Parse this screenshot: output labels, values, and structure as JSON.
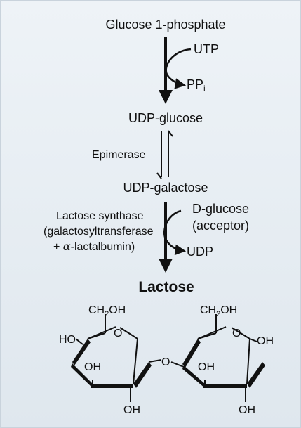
{
  "pathway": {
    "start": "Glucose 1-phosphate",
    "utp": "UTP",
    "ppi_base": "PP",
    "ppi_sub": "i",
    "udp_glucose": "UDP-glucose",
    "epimerase": "Epimerase",
    "udp_galactose": "UDP-galactose",
    "enzyme_line1": "Lactose synthase",
    "enzyme_line2": "(galactosyltransferase",
    "enzyme_line3_prefix": "+ ",
    "enzyme_line3_alpha": "α",
    "enzyme_line3_suffix": "-lactalbumin)",
    "dglucose": "D-glucose",
    "acceptor": "(acceptor)",
    "udp": "UDP",
    "product": "Lactose"
  },
  "structure": {
    "ring1_ch2oh": "CH",
    "ring1_ch2oh_sub": "2",
    "ring1_ch2oh_end": "OH",
    "ring1_ho": "HO",
    "ring1_o": "O",
    "ring1_oh_mid": "OH",
    "ring1_oh_bottom": "OH",
    "link_o": "O",
    "ring2_ch2oh": "CH",
    "ring2_ch2oh_sub": "2",
    "ring2_ch2oh_end": "OH",
    "ring2_o": "O",
    "ring2_oh_right": "OH",
    "ring2_oh_mid": "OH",
    "ring2_oh_bottom": "OH"
  },
  "colors": {
    "panel_top": "#eef3f7",
    "panel_bottom": "#dfe7ee",
    "ink": "#111111"
  }
}
